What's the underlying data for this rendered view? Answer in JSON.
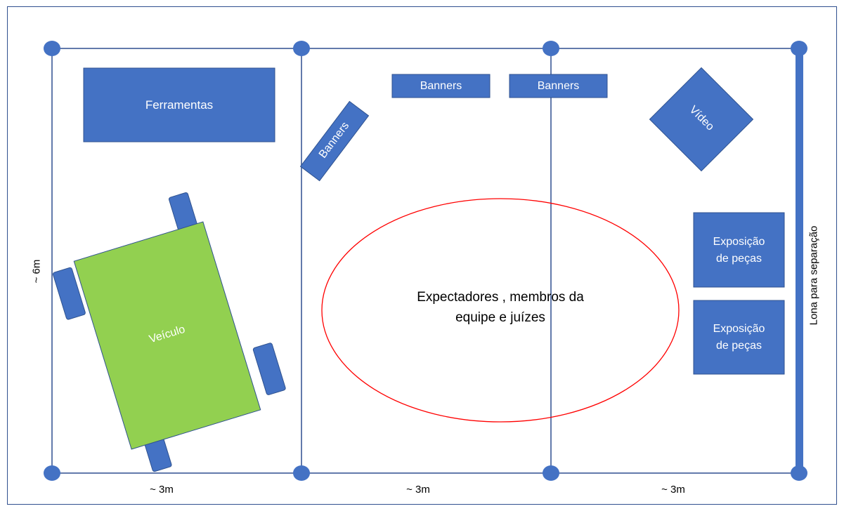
{
  "diagram": {
    "dimensions": {
      "height": "~ 6m",
      "width_left": "~ 3m",
      "width_middle": "~ 3m",
      "width_right": "~ 3m"
    },
    "areas": {
      "ferramentas": "Ferramentas",
      "banner_tilted": "Banners",
      "banner_1": "Banners",
      "banner_2": "Banners",
      "video": "Vídeo",
      "vehicle": "Veículo",
      "exposicao_1_line1": "Exposição",
      "exposicao_1_line2": "de peças",
      "exposicao_2_line1": "Exposição",
      "exposicao_2_line2": "de peças",
      "audience_line1": "Expectadores , membros da",
      "audience_line2": "equipe e juízes",
      "separator": "Lona para separação"
    },
    "colors": {
      "box": "#4472c4",
      "vehicle": "#92d050",
      "line": "#2f4f8f",
      "ellipse": "#ff0000"
    }
  }
}
